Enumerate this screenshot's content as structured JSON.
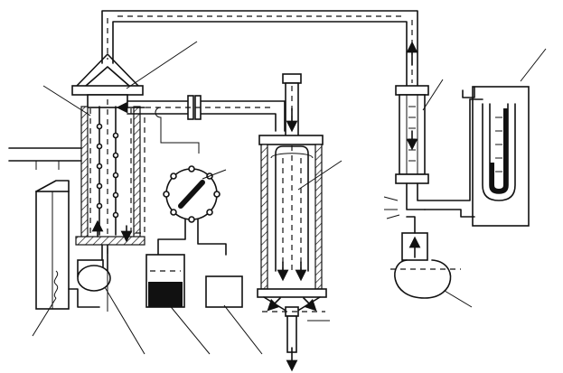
{
  "figure": {
    "type": "apparatus schematic",
    "components": [
      "heated-reactor-column",
      "upper-connecting-pipe",
      "cross-connecting-pipe",
      "multi-port-valve",
      "gas-separator-vessel",
      "outlet-nozzle",
      "flowmeter",
      "u-tube-manometer",
      "circulation-pump",
      "power-supply",
      "temperature-controller",
      "sample-cell-hatched",
      "recorder-box"
    ],
    "leader_count": 11,
    "colors": {
      "ink": "#111111",
      "paper": "#ffffff"
    }
  }
}
